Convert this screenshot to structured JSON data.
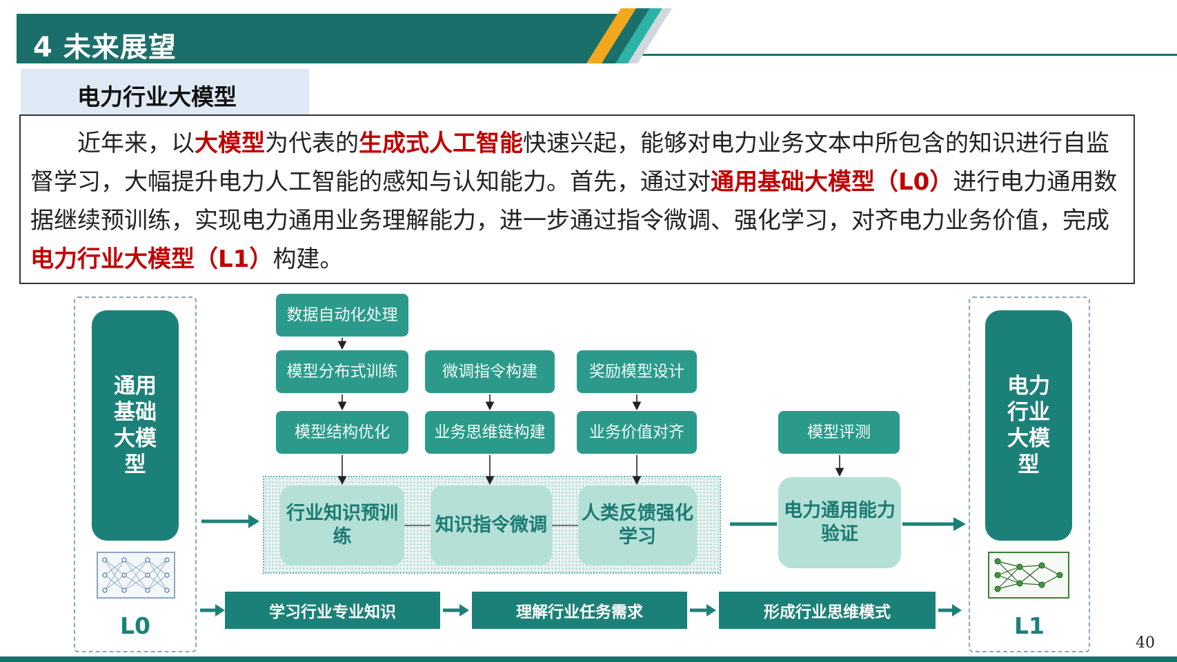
{
  "header": {
    "title": "4 未来展望"
  },
  "subheading": "电力行业大模型",
  "paragraph": [
    {
      "t": "近年来，以",
      "hl": false
    },
    {
      "t": "大模型",
      "hl": true
    },
    {
      "t": "为代表的",
      "hl": false
    },
    {
      "t": "生成式人工智能",
      "hl": true
    },
    {
      "t": "快速兴起，能够对电力业务文本中所包含的知识进行自监督学习，大幅提升电力人工智能的感知与认知能力。首先，通过对",
      "hl": false
    },
    {
      "t": "通用基础大模型（L0）",
      "hl": true
    },
    {
      "t": "进行电力通用数据继续预训练，实现电力通用业务理解能力，进一步通过指令微调、强化学习，对齐电力业务价值，完成",
      "hl": false
    },
    {
      "t": "电力行业大模型（L1）",
      "hl": true
    },
    {
      "t": "构建。",
      "hl": false
    }
  ],
  "diagram": {
    "l0": {
      "pill": "通用基础大模型",
      "label": "L0"
    },
    "l1": {
      "pill": "电力行业大模型",
      "label": "L1"
    },
    "col1": [
      "数据自动化处理",
      "模型分布式训练",
      "模型结构优化"
    ],
    "col2": [
      "微调指令构建",
      "业务思维链构建"
    ],
    "col3": [
      "奖励模型设计",
      "业务价值对齐"
    ],
    "eval": "模型评测",
    "stages": [
      "行业知识预训练",
      "知识指令微调",
      "人类反馈强化学习"
    ],
    "verify": "电力通用能力验证",
    "bottom": [
      "学习行业专业知识",
      "理解行业任务需求",
      "形成行业思维模式"
    ]
  },
  "page_number": "40",
  "colors": {
    "primary": "#1b6f6a",
    "box": "#2b9a8b",
    "light": "#b4e0d8",
    "highlight": "#c00000",
    "accent_orange": "#f2a81d"
  }
}
